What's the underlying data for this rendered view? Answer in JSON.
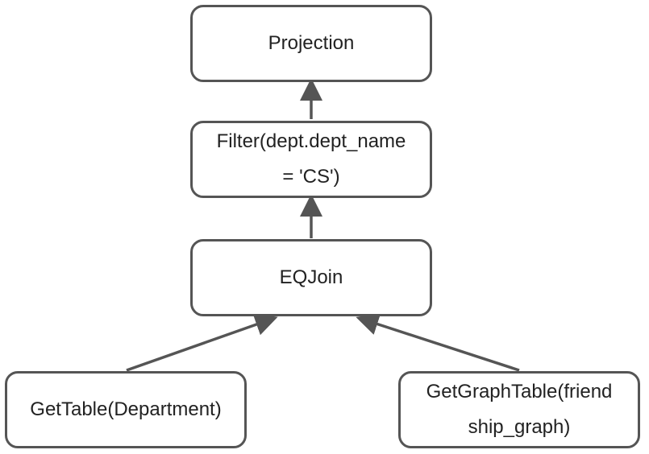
{
  "colors": {
    "stroke": "#555555",
    "text": "#222222",
    "background": "#ffffff"
  },
  "nodes": {
    "projection": {
      "lines": [
        "Projection"
      ]
    },
    "filter": {
      "lines": [
        "Filter(dept.dept_name",
        "= 'CS')"
      ]
    },
    "eqjoin": {
      "lines": [
        "EQJoin"
      ]
    },
    "get_table": {
      "lines": [
        "GetTable(Department)"
      ]
    },
    "get_graph_table": {
      "lines": [
        "GetGraphTable(friend",
        "ship_graph)"
      ]
    }
  },
  "edges": [
    {
      "from": "filter",
      "to": "projection"
    },
    {
      "from": "eqjoin",
      "to": "filter"
    },
    {
      "from": "get_table",
      "to": "eqjoin"
    },
    {
      "from": "get_graph_table",
      "to": "eqjoin"
    }
  ]
}
